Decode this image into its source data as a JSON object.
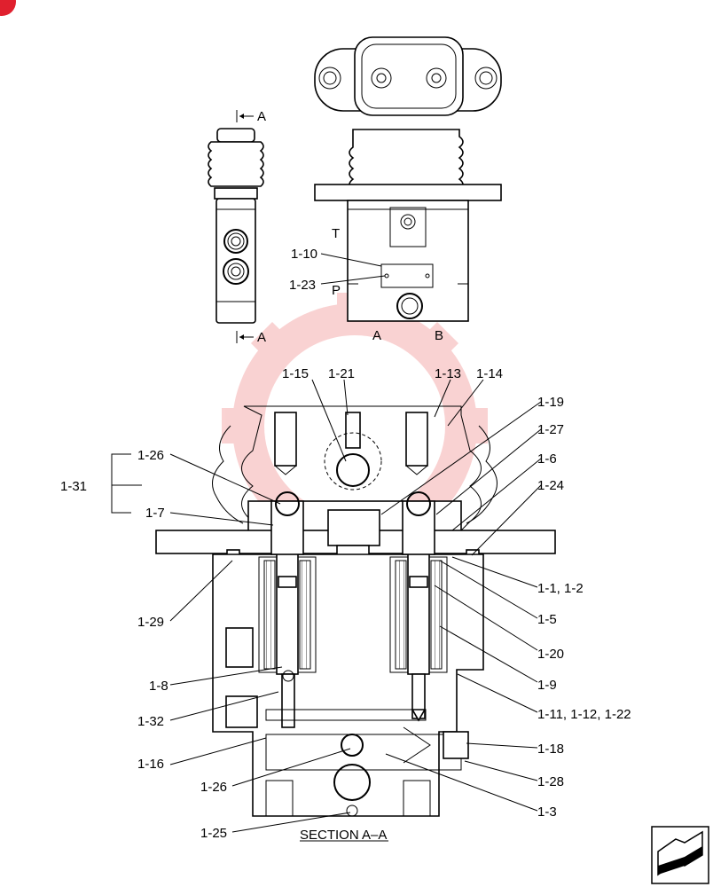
{
  "diagram": {
    "section_title": "SECTION A–A",
    "section_marks": [
      "A",
      "A"
    ],
    "port_labels": [
      "T",
      "P",
      "A",
      "B"
    ],
    "callouts": [
      "1-10",
      "1-23",
      "1-15",
      "1-21",
      "1-13",
      "1-14",
      "1-19",
      "1-27",
      "1-6",
      "1-24",
      "1-26",
      "1-31",
      "1-7",
      "1-1, 1-2",
      "1-5",
      "1-29",
      "1-20",
      "1-9",
      "1-8",
      "1-11, 1-12, 1-22",
      "1-32",
      "1-18",
      "1-16",
      "1-28",
      "1-26",
      "1-3",
      "1-25"
    ],
    "watermark_icon": "gear-watermark-icon",
    "corner_icon": "page-turn-icon",
    "colors": {
      "line": "#000000",
      "watermark": "#f4c0c0",
      "badge": "#e0202e"
    }
  }
}
